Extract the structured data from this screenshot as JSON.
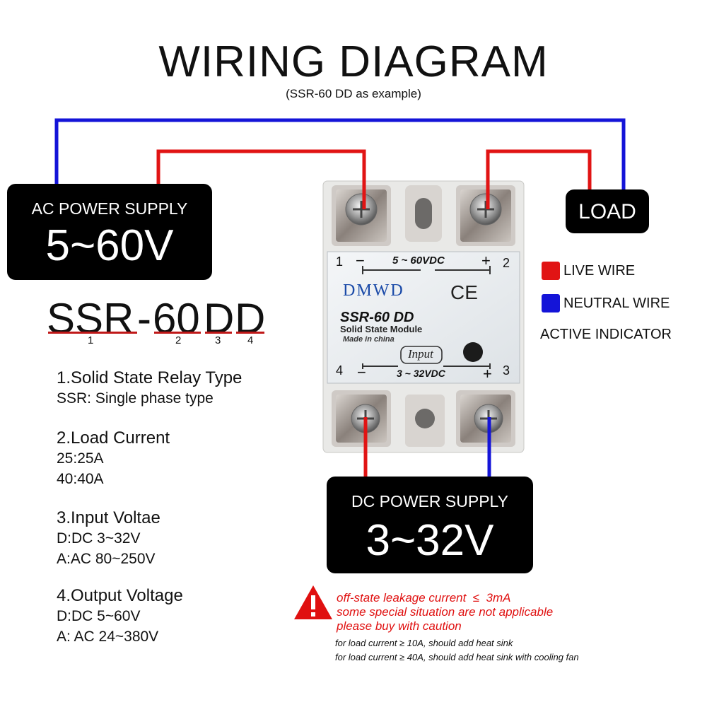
{
  "header": {
    "title": "WIRING DIAGRAM",
    "subtitle": "(SSR-60 DD as example)"
  },
  "ac_supply": {
    "label": "AC POWER SUPPLY",
    "voltage": "5~60V"
  },
  "load": {
    "label": "LOAD"
  },
  "dc_supply": {
    "label": "DC POWER SUPPLY",
    "voltage": "3~32V"
  },
  "model_code": {
    "parts": [
      "SSR",
      "-",
      "60",
      "D",
      "D"
    ],
    "numbers": [
      "1",
      "2",
      "3",
      "4"
    ],
    "underline_color": "#c01818"
  },
  "specs": [
    {
      "heading": "1.Solid State Relay Type",
      "lines": [
        "SSR: Single phase type"
      ]
    },
    {
      "heading": "2.Load Current",
      "lines": [
        "25:25A",
        "40:40A"
      ]
    },
    {
      "heading": "3.Input Voltae",
      "lines": [
        "D:DC 3~32V",
        "A:AC 80~250V"
      ]
    },
    {
      "heading": "4.Output Voltage",
      "lines": [
        "D:DC 5~60V",
        "A: AC 24~380V"
      ]
    }
  ],
  "legend": {
    "live": {
      "label": "LIVE WIRE",
      "color": "#e11414"
    },
    "neutral": {
      "label": "NEUTRAL WIRE",
      "color": "#1414d8"
    },
    "indicator": {
      "label": "ACTIVE INDICATOR"
    }
  },
  "relay": {
    "brand": "DMWD",
    "model": "SSR-60 DD",
    "desc": "Solid State Module",
    "made": "Made in china",
    "output_rating": "5 ~ 60VDC",
    "input_label": "Input",
    "input_rating": "3 ~ 32VDC",
    "ce_mark": "CE",
    "terminal_1": "1",
    "terminal_2": "2",
    "terminal_3": "3",
    "terminal_4": "4",
    "minus_top": "−",
    "plus_top": "+",
    "minus_bottom": "−",
    "plus_bottom": "+"
  },
  "warnings": {
    "icon": "warning-triangle-icon",
    "lines": [
      "off-state leakage current  ≤  3mA",
      "some special situation are not applicable",
      "please buy with caution"
    ],
    "notes": [
      "for load current ≥ 10A, should add heat sink",
      "for load current ≥ 40A, should add heat sink with cooling fan"
    ]
  }
}
